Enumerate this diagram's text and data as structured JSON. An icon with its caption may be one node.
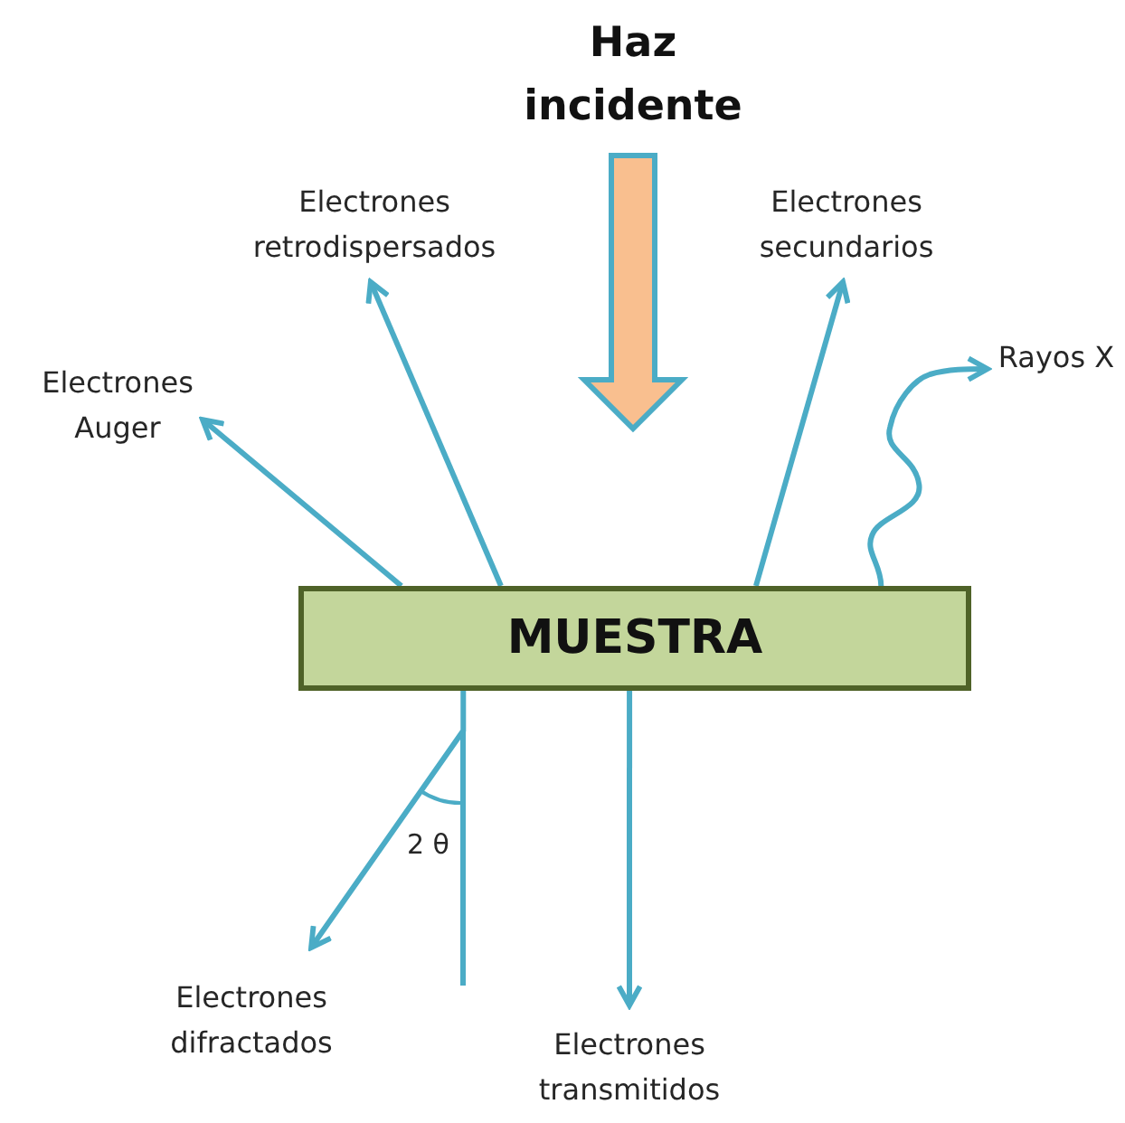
{
  "diagram": {
    "nodes": [
      {
        "text": [
          "Haz incidente"
        ]
      },
      {
        "text": [
          "Electrones retrodispersados"
        ]
      },
      {
        "text": [
          "Electrones secundarios"
        ]
      },
      {
        "text": [
          "Rayos X"
        ]
      },
      {
        "text": [
          "Electrones Auger"
        ]
      },
      {
        "text": [
          "MUESTRA"
        ]
      },
      {
        "text": [
          "Electrones difractados"
        ]
      },
      {
        "text": [
          "Electrones transmitidos"
        ]
      }
    ],
    "edges": [
      {
        "from": 0,
        "to": 5,
        "arrow": "to",
        "style": "thick",
        "color": "#f9bf8f"
      },
      {
        "from": 5,
        "to": 4,
        "arrow": "to"
      },
      {
        "from": 5,
        "to": 1,
        "arrow": "to"
      },
      {
        "from": 5,
        "to": 2,
        "arrow": "to"
      },
      {
        "from": 5,
        "to": 3,
        "arrow": "to"
      },
      {
        "from": 5,
        "to": 6,
        "arrow": "to"
      },
      {
        "from": 5,
        "to": 7,
        "arrow": "to"
      }
    ],
    "labels": [
      "2 θ"
    ]
  }
}
